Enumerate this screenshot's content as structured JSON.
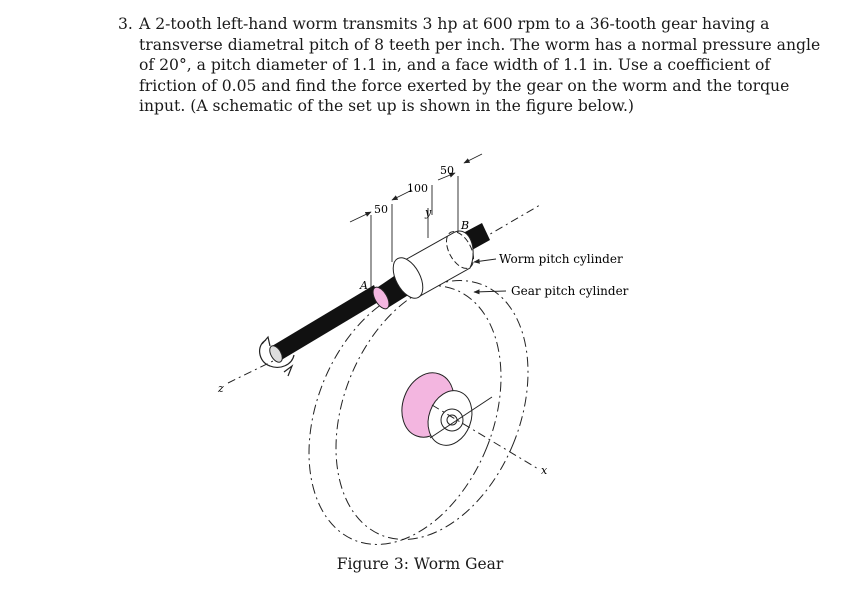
{
  "problem": {
    "number": "3.",
    "lines": [
      "A 2-tooth left-hand worm transmits 3 hp at 600 rpm to a 36-tooth gear having a",
      "transverse diametral pitch of 8 teeth per inch. The worm has a normal pressure angle",
      "of 20°, a pitch diameter of 1.1 in, and a face width of 1.1 in.  Use a coefficient of",
      "friction of 0.05 and find the force exerted by the gear on the worm and the torque",
      "input. (A schematic of the set up is shown in the figure below.)"
    ]
  },
  "figure": {
    "dimensions": {
      "left": "50",
      "middle": "100",
      "right": "50"
    },
    "axis_labels": {
      "y": "y",
      "z": "z",
      "x": "x"
    },
    "point_labels": {
      "a": "A",
      "b": "B"
    },
    "callouts": {
      "worm": "Worm pitch cylinder",
      "gear": "Gear pitch cylinder"
    },
    "caption": "Figure 3: Worm Gear",
    "colors": {
      "shaft": "#111111",
      "hub": "#f3b6e0",
      "outline": "#222222"
    }
  }
}
